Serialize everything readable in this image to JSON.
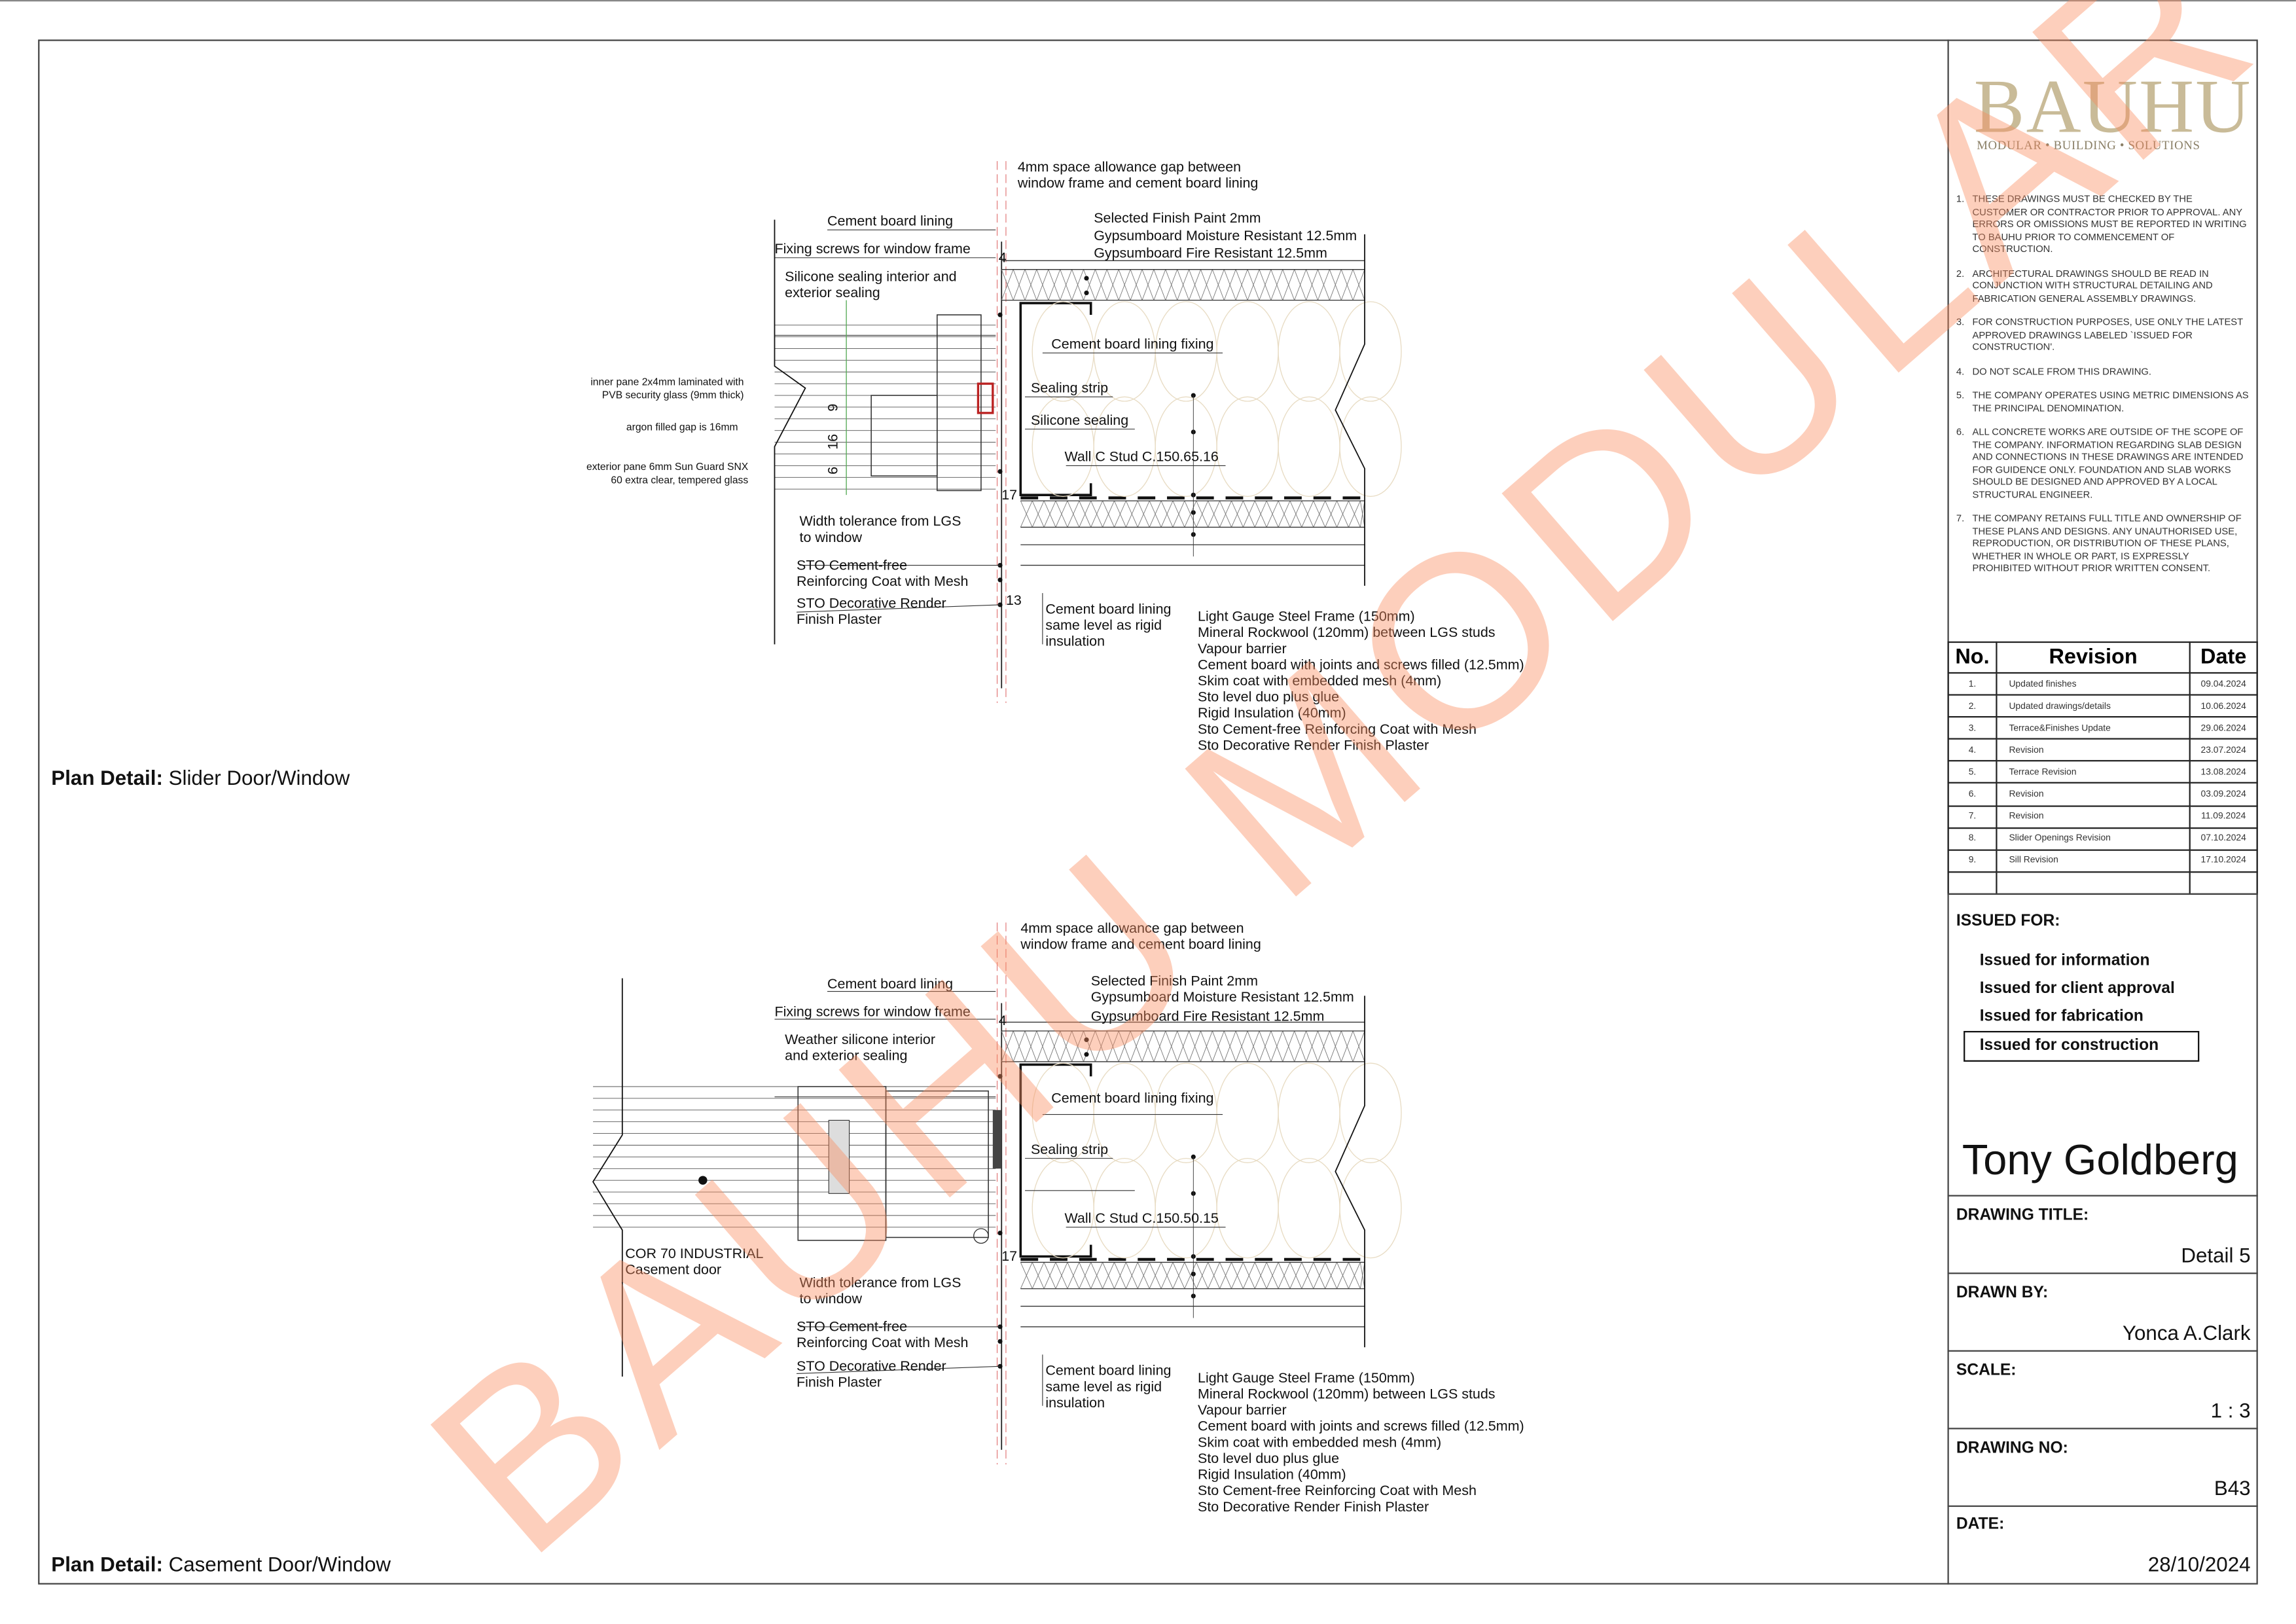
{
  "watermark": "BAUHU MODULAR",
  "logo": {
    "name": "BAUHU",
    "tagline": "MODULAR • BUILDING • SOLUTIONS"
  },
  "notes": [
    {
      "n": "1.",
      "text": "THESE DRAWINGS MUST BE CHECKED BY THE CUSTOMER OR CONTRACTOR PRIOR TO APPROVAL. ANY ERRORS OR OMISSIONS MUST BE REPORTED IN WRITING TO BAUHU PRIOR TO COMMENCEMENT OF CONSTRUCTION."
    },
    {
      "n": "2.",
      "text": "ARCHITECTURAL DRAWINGS SHOULD BE READ IN CONJUNCTION WITH STRUCTURAL DETAILING AND FABRICATION GENERAL ASSEMBLY DRAWINGS."
    },
    {
      "n": "3.",
      "text": "FOR CONSTRUCTION PURPOSES, USE ONLY THE LATEST APPROVED DRAWINGS LABELED `ISSUED FOR CONSTRUCTION'."
    },
    {
      "n": "4.",
      "text": "DO NOT SCALE FROM THIS DRAWING."
    },
    {
      "n": "5.",
      "text": "THE COMPANY OPERATES USING METRIC DIMENSIONS AS THE PRINCIPAL DENOMINATION."
    },
    {
      "n": "6.",
      "text": "ALL CONCRETE WORKS ARE OUTSIDE OF THE SCOPE OF THE COMPANY. INFORMATION REGARDING SLAB DESIGN AND CONNECTIONS IN THESE DRAWINGS ARE INTENDED FOR GUIDENCE ONLY. FOUNDATION AND SLAB WORKS SHOULD BE DESIGNED AND APPROVED BY A LOCAL STRUCTURAL ENGINEER."
    },
    {
      "n": "7.",
      "text": "THE COMPANY RETAINS FULL TITLE AND OWNERSHIP OF THESE PLANS AND DESIGNS. ANY UNAUTHORISED USE, REPRODUCTION, OR DISTRIBUTION OF THESE PLANS, WHETHER IN WHOLE OR PART, IS EXPRESSLY PROHIBITED WITHOUT PRIOR WRITTEN CONSENT."
    }
  ],
  "revisions": {
    "headers": [
      "No.",
      "Revision",
      "Date"
    ],
    "rows": [
      [
        "1.",
        "Updated finishes",
        "09.04.2024"
      ],
      [
        "2.",
        "Updated drawings/details",
        "10.06.2024"
      ],
      [
        "3.",
        "Terrace&Finishes Update",
        "29.06.2024"
      ],
      [
        "4.",
        "Revision",
        "23.07.2024"
      ],
      [
        "5.",
        "Terrace Revision",
        "13.08.2024"
      ],
      [
        "6.",
        "Revision",
        "03.09.2024"
      ],
      [
        "7.",
        "Revision",
        "11.09.2024"
      ],
      [
        "8.",
        "Slider Openings Revision",
        "07.10.2024"
      ],
      [
        "9.",
        "Sill Revision",
        "17.10.2024"
      ]
    ]
  },
  "issued_for": {
    "label": "ISSUED FOR:",
    "options": [
      "Issued for information",
      "Issued for client approval",
      "Issued for fabrication",
      "Issued for construction"
    ],
    "selected": "Issued for construction"
  },
  "client": "Tony Goldberg",
  "fields": {
    "drawing_title_label": "DRAWING TITLE:",
    "drawing_title": "Detail 5",
    "drawn_by_label": "DRAWN BY:",
    "drawn_by": "Yonca A.Clark",
    "scale_label": "SCALE:",
    "scale": "1 : 3",
    "drawing_no_label": "DRAWING NO:",
    "drawing_no": "B43",
    "date_label": "DATE:",
    "date": "28/10/2024"
  },
  "details": [
    {
      "title_prefix": "Plan Detail:",
      "title": " Slider Door/Window",
      "gap_note": [
        "4mm space allowance gap between",
        "window frame and cement board lining"
      ],
      "cement_board_lining": "Cement board lining",
      "fixing_screws": "Fixing screws for window frame",
      "sealing_note": [
        "Silicone sealing interior and",
        "exterior sealing"
      ],
      "finishes": [
        "Selected Finish Paint 2mm",
        "Gypsumboard Moisture Resistant 12.5mm",
        "Gypsumboard Fire Resistant 12.5mm"
      ],
      "dim_4": "4",
      "dim_17": "17",
      "dim_13": "13",
      "fixing": "Cement board lining fixing",
      "sealing_strip": "Sealing strip",
      "silicone_sealing": "Silicone sealing",
      "stud": "Wall C Stud C.150.65.16",
      "glass_inner": [
        "inner pane 2x4mm laminated with",
        "PVB security glass (9mm thick)"
      ],
      "glass_gap": "argon filled gap is 16mm",
      "glass_outer": [
        "exterior pane 6mm Sun Guard SNX",
        "60 extra clear, tempered glass"
      ],
      "glass_dims": [
        "9",
        "16",
        "6"
      ],
      "width_tolerance": [
        "Width tolerance from LGS",
        "to window"
      ],
      "sto_coat": [
        "STO Cement-free",
        "Reinforcing Coat with Mesh"
      ],
      "sto_render": [
        "STO Decorative Render",
        "Finish Plaster"
      ],
      "cement_level": [
        "Cement board lining",
        "same level as rigid",
        "insulation"
      ],
      "layers": [
        "Light Gauge Steel Frame (150mm)",
        "Mineral Rockwool (120mm) between LGS studs",
        "Vapour barrier",
        "Cement board with joints and screws filled (12.5mm)",
        "Skim coat with embedded mesh (4mm)",
        "Sto level duo plus glue",
        "Rigid Insulation (40mm)",
        "Sto Cement-free Reinforcing Coat with Mesh",
        "Sto Decorative Render Finish Plaster"
      ]
    },
    {
      "title_prefix": "Plan Detail:",
      "title": " Casement Door/Window",
      "gap_note": [
        "4mm space allowance gap between",
        "window frame and cement board lining"
      ],
      "cement_board_lining": "Cement board lining",
      "fixing_screws": "Fixing screws for window frame",
      "sealing_note": [
        "Weather silicone interior",
        "and exterior sealing"
      ],
      "finishes": [
        "Selected Finish Paint 2mm",
        "Gypsumboard Moisture Resistant 12.5mm",
        "Gypsumboard Fire Resistant 12.5mm"
      ],
      "dim_4": "4",
      "dim_17": "17",
      "fixing": "Cement board lining fixing",
      "sealing_strip": "Sealing strip",
      "stud": "Wall C Stud C.150.50.15",
      "door": [
        "COR 70 INDUSTRIAL",
        "Casement door"
      ],
      "width_tolerance": [
        "Width tolerance from LGS",
        "to window"
      ],
      "sto_coat": [
        "STO Cement-free",
        "Reinforcing Coat with Mesh"
      ],
      "sto_render": [
        "STO Decorative Render",
        "Finish Plaster"
      ],
      "cement_level": [
        "Cement board lining",
        "same level as rigid",
        "insulation"
      ],
      "layers": [
        "Light Gauge Steel Frame (150mm)",
        "Mineral Rockwool (120mm) between LGS studs",
        "Vapour barrier",
        "Cement board with joints and screws filled (12.5mm)",
        "Skim coat with embedded mesh (4mm)",
        "Sto level duo plus glue",
        "Rigid Insulation (40mm)",
        "Sto Cement-free Reinforcing Coat with Mesh",
        "Sto Decorative Render Finish Plaster"
      ]
    }
  ]
}
